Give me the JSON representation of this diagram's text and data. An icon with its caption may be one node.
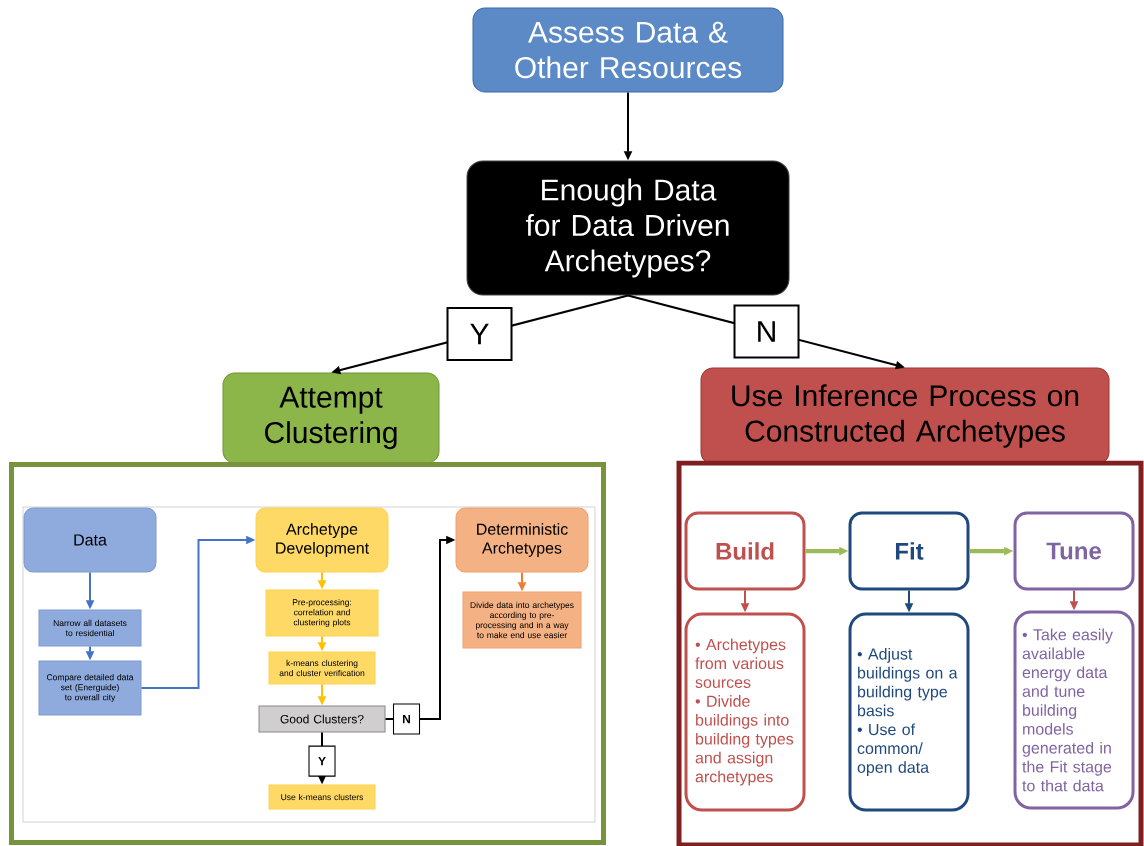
{
  "diagram": {
    "nodes": [
      {
        "text": [
          "Assess Data & Other Resources"
        ]
      },
      {
        "text": [
          "Enough Data for Data Driven Archetypes?"
        ]
      },
      {
        "text": [
          "Attempt Clustering"
        ]
      },
      {
        "text": [],
        "shape": "box"
      },
      {
        "text": [
          "Use Inference Process on Constructed Archetypes"
        ]
      },
      {
        "text": [],
        "shape": "box"
      },
      {
        "text": [
          "Data"
        ],
        "in": 3
      },
      {
        "text": [
          "Narrow all datasets to residential"
        ],
        "in": 3
      },
      {
        "text": [
          "Compare detailed data set (Energuide) to overall city"
        ],
        "in": 3
      },
      {
        "text": [
          "Archetype Development"
        ],
        "in": 3
      },
      {
        "text": [
          "Pre-processing: correlation and clustering plots"
        ],
        "in": 3
      },
      {
        "text": [
          "k-means clustering and cluster verification"
        ],
        "in": 3
      },
      {
        "text": [
          "Good Clusters?"
        ],
        "in": 3
      },
      {
        "text": [
          "Use k-means clusters"
        ],
        "in": 3
      },
      {
        "text": [
          "Deterministic Archetypes"
        ],
        "in": 3
      },
      {
        "text": [
          "Divide data into archetypes according to pre-processing and in a way to make end use easier"
        ],
        "in": 3
      },
      {
        "text": [
          "Build"
        ],
        "in": 5
      },
      {
        "text": [
          "Fit"
        ],
        "in": 5
      },
      {
        "text": [
          "Tune"
        ],
        "in": 5
      },
      {
        "text": [
          "• Archetypes from various sources",
          "• Divide buildings into building types and assign archetypes"
        ],
        "in": 5
      },
      {
        "text": [
          "• Adjust buildings on a building type basis",
          "• Use of common/ open data"
        ],
        "in": 5
      },
      {
        "text": [
          "• Take easily available energy data and tune building models generated in the Fit stage to that data"
        ],
        "in": 5
      }
    ],
    "edges": [
      {
        "from": 0,
        "to": 1,
        "arrow": "to"
      },
      {
        "from": 1,
        "to": 2,
        "arrow": "to",
        "label": "Y"
      },
      {
        "from": 1,
        "to": 4,
        "arrow": "to",
        "label": "N"
      },
      {
        "from": 6,
        "to": 7,
        "arrow": "to",
        "color": "#4472c4"
      },
      {
        "from": 7,
        "to": 8,
        "arrow": "to",
        "color": "#4472c4"
      },
      {
        "from": 8,
        "to": 9,
        "arrow": "to",
        "color": "#4472c4"
      },
      {
        "from": 9,
        "to": 10,
        "arrow": "to",
        "color": "#ffc000"
      },
      {
        "from": 10,
        "to": 11,
        "arrow": "to",
        "color": "#ffc000"
      },
      {
        "from": 11,
        "to": 12,
        "arrow": "to",
        "color": "#ffc000"
      },
      {
        "from": 12,
        "to": 13,
        "arrow": "to",
        "label": "Y"
      },
      {
        "from": 12,
        "to": 14,
        "arrow": "to",
        "label": "N"
      },
      {
        "from": 14,
        "to": 15,
        "arrow": "to",
        "color": "#ed7d31"
      },
      {
        "from": 16,
        "to": 17,
        "arrow": "to",
        "style": "thick",
        "color": "#9bbb59"
      },
      {
        "from": 17,
        "to": 18,
        "arrow": "to",
        "style": "thick",
        "color": "#9bbb59"
      },
      {
        "from": 16,
        "to": 19,
        "arrow": "to",
        "color": "#c0504d"
      },
      {
        "from": 17,
        "to": 20,
        "arrow": "to",
        "color": "#1f497d"
      },
      {
        "from": 18,
        "to": 21,
        "arrow": "to",
        "color": "#c0504d"
      }
    ]
  }
}
